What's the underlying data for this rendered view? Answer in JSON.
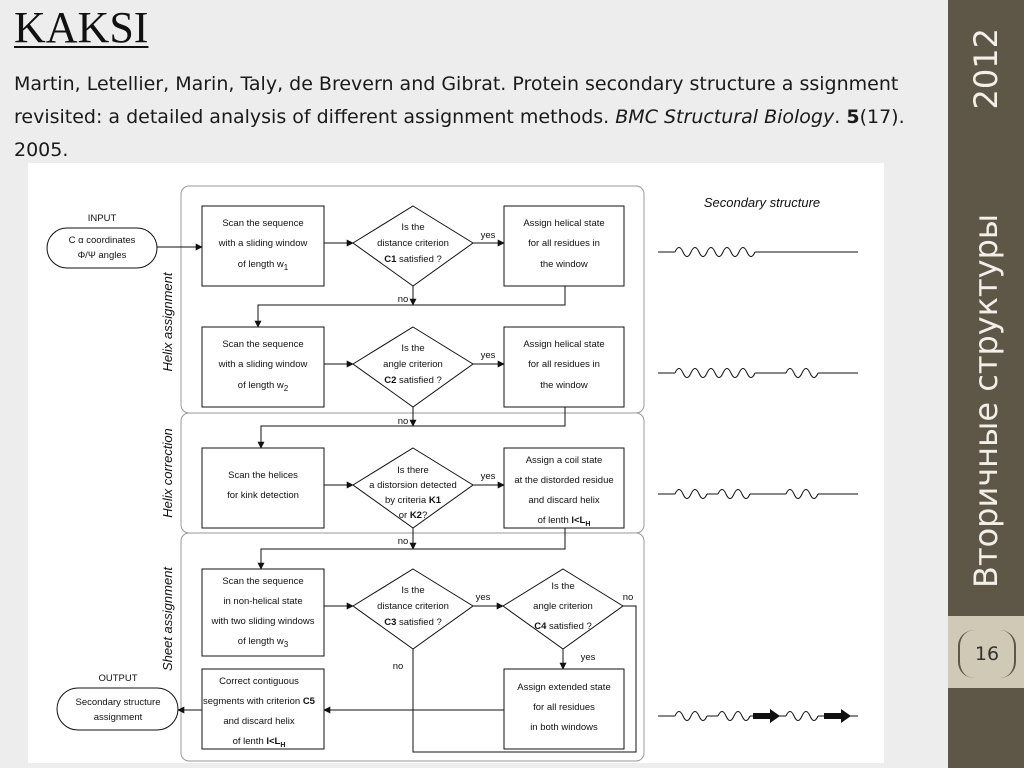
{
  "slide": {
    "title": "KAKSI",
    "citation": {
      "text": "Martin, Letellier, Marin, Taly, de Brevern and Gibrat. Protein secondary structure a ssignment revisited: a detailed analysis of different assignment methods. ",
      "journal": "BMC Structural Biology",
      "sep": ". ",
      "volume": "5",
      "rest": "(17). 2005."
    },
    "sidebar_title": "Вторичные структуры",
    "sidebar_year": "2012",
    "page_number": "16"
  },
  "diagram": {
    "input_label": "INPUT",
    "input_line1": "C α coordinates",
    "input_line2": "Φ/Ψ angles",
    "output_label": "OUTPUT",
    "output_line1": "Secondary structure",
    "output_line2": "assignment",
    "secondary_structure_label": "Secondary structure",
    "section_helix": "Helix assignment",
    "section_correction": "Helix correction",
    "section_sheet": "Sheet assignment",
    "yes": "yes",
    "no": "no",
    "scan1": [
      "Scan the sequence",
      "with a sliding window",
      "of length w",
      "1"
    ],
    "dec1": [
      "Is the",
      "distance criterion",
      "C1",
      "satisfied ?"
    ],
    "assign1": [
      "Assign helical state",
      "for all residues in",
      "the window"
    ],
    "scan2": [
      "Scan the sequence",
      "with a sliding window",
      "of length w",
      "2"
    ],
    "dec2": [
      "Is the",
      "angle criterion",
      "C2",
      "satisfied ?"
    ],
    "assign2": [
      "Assign helical state",
      "for all residues in",
      "the window"
    ],
    "scan_kink": [
      "Scan the helices",
      "for kink detection"
    ],
    "dec_kink": [
      "Is there",
      "a distorsion detected",
      "by criteria",
      "K1",
      "or",
      "K2",
      "?"
    ],
    "assign_coil": [
      "Assign a coil state",
      "at the distorded residue",
      "and discard helix",
      "of lenth",
      "l<L",
      "H"
    ],
    "scan3": [
      "Scan the sequence",
      "in non-helical state",
      "with two sliding windows",
      "of length w",
      "3"
    ],
    "dec3": [
      "Is the",
      "distance criterion",
      "C3",
      "satisfied ?"
    ],
    "dec4": [
      "Is the",
      "angle criterion",
      "C4",
      "satisfied ?"
    ],
    "assign_ext": [
      "Assign extended state",
      "for all residues",
      "in both windows"
    ],
    "correct": [
      "Correct contiguous",
      "segments with criterion",
      "C5",
      "and discard helix",
      "of lenth",
      "l<L",
      "H"
    ]
  }
}
